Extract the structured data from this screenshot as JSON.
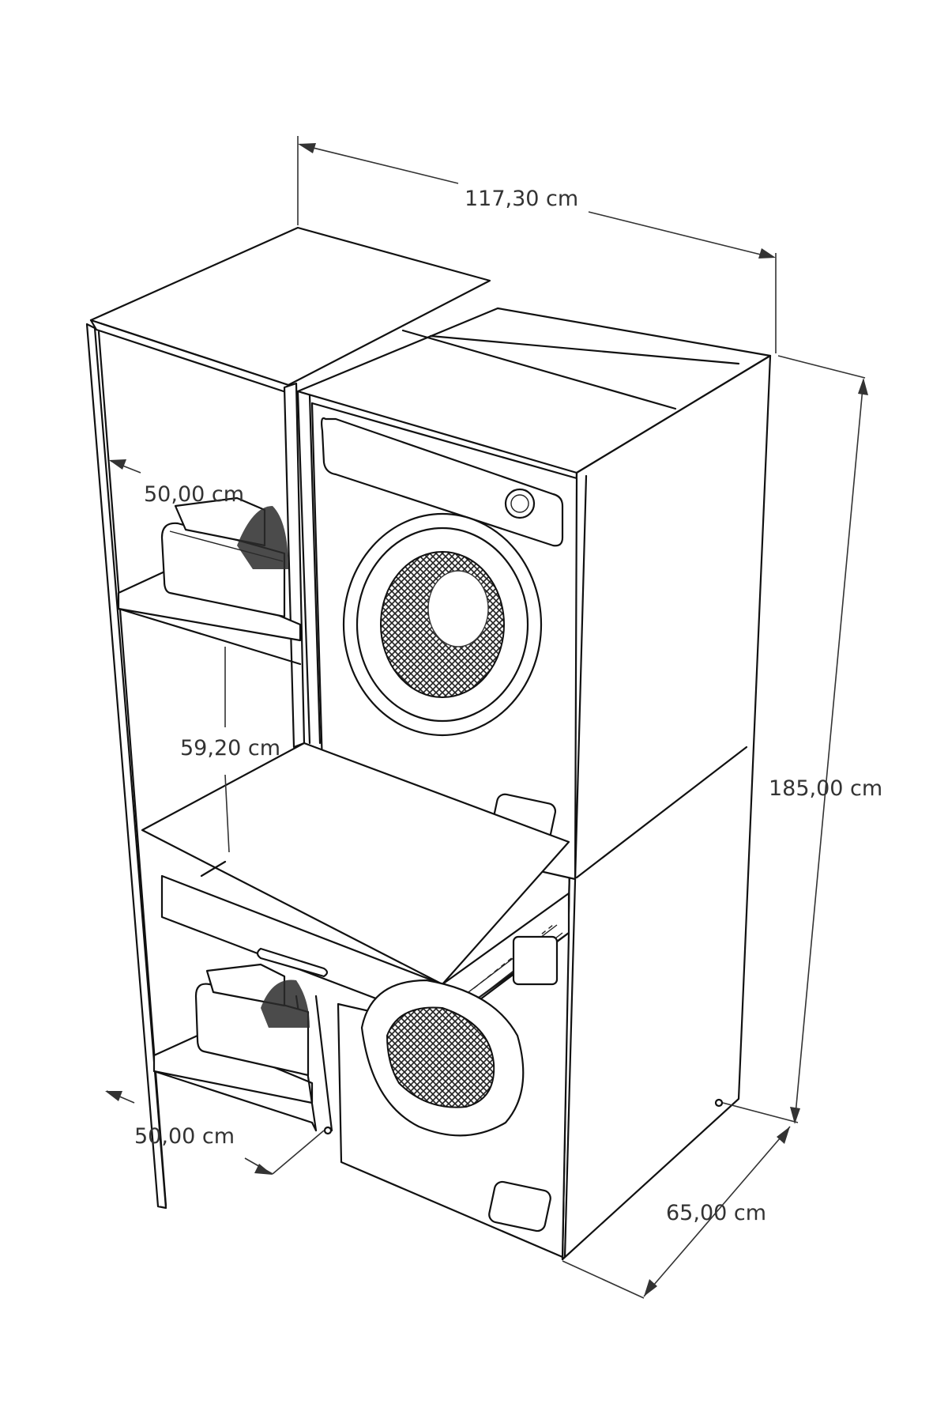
{
  "dimensions": {
    "total_width": "117,30 cm",
    "total_height": "185,00 cm",
    "depth": "65,00 cm",
    "shelf_width_top": "50,00 cm",
    "shelf_height": "59,20 cm",
    "shelf_depth_bottom": "50,00 cm"
  },
  "colors": {
    "line": "#111111",
    "label": "#333333",
    "background": "#ffffff"
  },
  "icons": [
    "dryer-icon",
    "washing-machine-icon",
    "laundry-basket-icon",
    "pull-out-shelf-icon"
  ]
}
